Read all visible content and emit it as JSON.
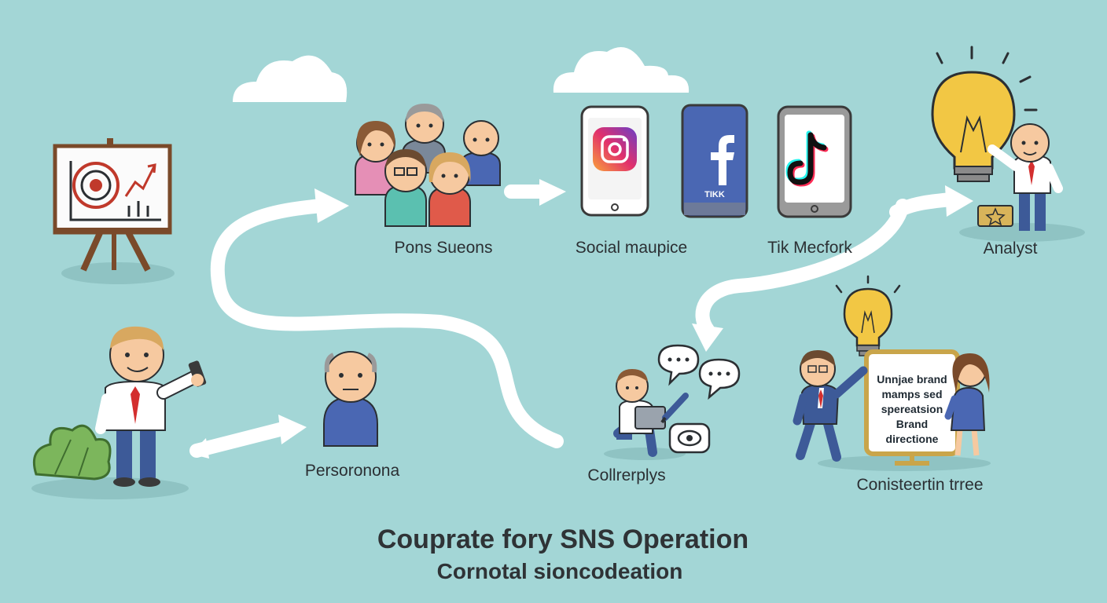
{
  "title": "Couprate fory SNS Operation",
  "subtitle": "Cornotal sioncodeation",
  "nodes": {
    "persons": "Pons Sueons",
    "social": "Social maupice",
    "tiktok": "Tik Mecfork",
    "analyst": "Analyst",
    "persona": "Persoronona",
    "collab": "Collrerplys",
    "consistent": "Conisteertin trree"
  },
  "phones": {
    "facebook_caption": "TIKK"
  },
  "board": {
    "lines": [
      "Unnjae brand",
      "mamps sed",
      "spereatsion",
      "Brand",
      "directione"
    ]
  },
  "colors": {
    "background": "#a3d6d6",
    "arrow": "#ffffff",
    "facebook": "#4a67b3",
    "instagram": "#e1306c",
    "bulb": "#f2c744"
  }
}
